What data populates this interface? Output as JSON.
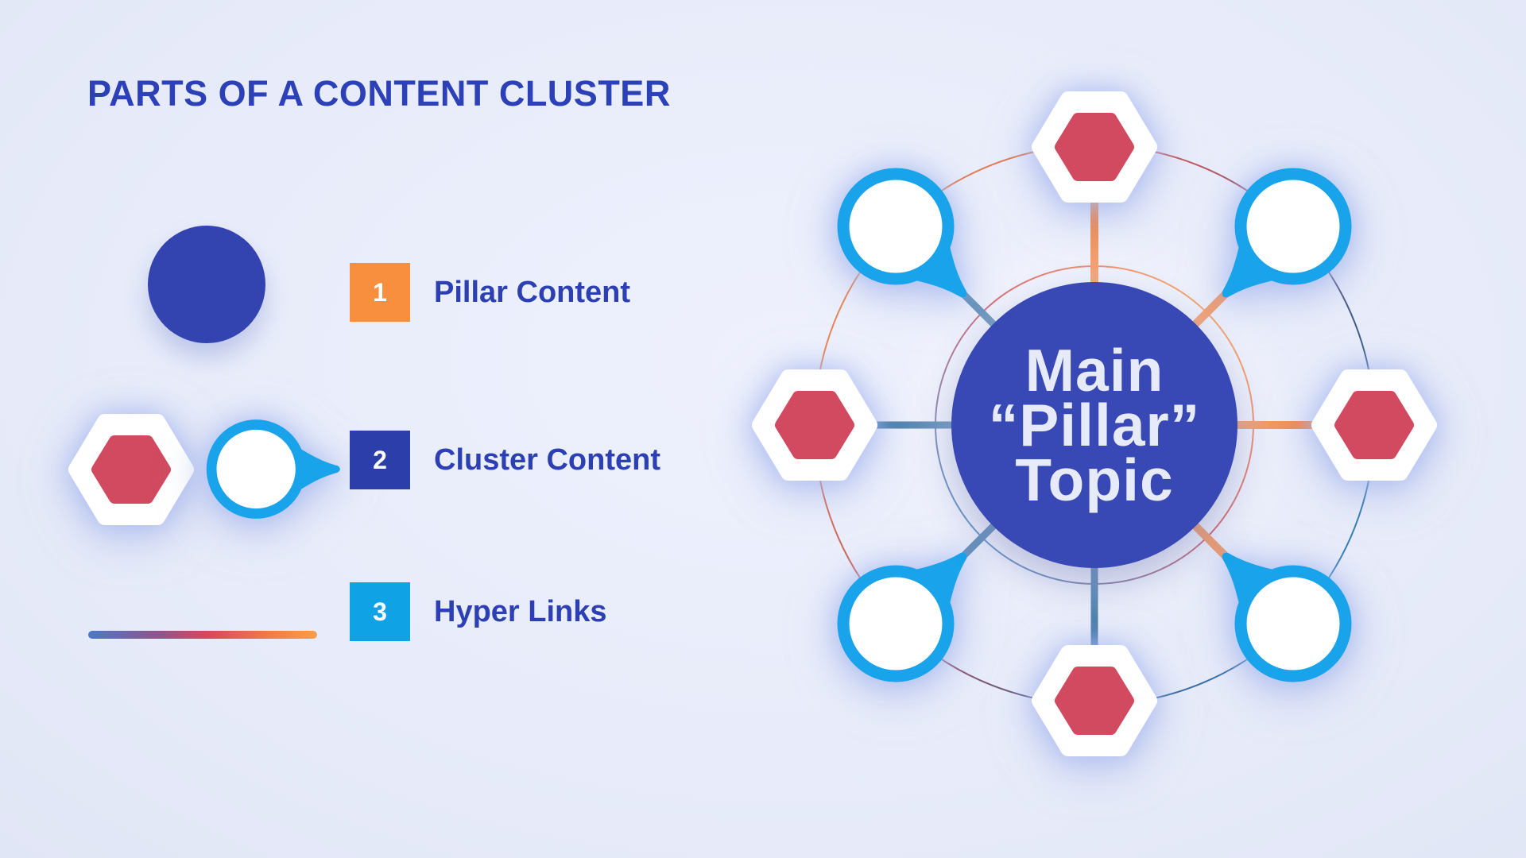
{
  "title": "PARTS OF A CONTENT CLUSTER",
  "legend": {
    "items": [
      {
        "number": "1",
        "label": "Pillar Content",
        "marker": "blue-filled-circle",
        "badge_color": "#f78f3f"
      },
      {
        "number": "2",
        "label": "Cluster Content",
        "marker": "red-hexagon-and-ringed-circle",
        "badge_color": "#2b3ea9"
      },
      {
        "number": "3",
        "label": "Hyper Links",
        "marker": "gradient-line",
        "badge_color": "#0fa3e6"
      }
    ]
  },
  "diagram": {
    "center": {
      "lines": [
        "Main",
        "“Pillar”",
        "Topic"
      ]
    },
    "nodes": [
      {
        "type": "hexagon",
        "position": "top"
      },
      {
        "type": "circle",
        "position": "top-right"
      },
      {
        "type": "hexagon",
        "position": "right"
      },
      {
        "type": "circle",
        "position": "bottom-right"
      },
      {
        "type": "hexagon",
        "position": "bottom"
      },
      {
        "type": "circle",
        "position": "bottom-left"
      },
      {
        "type": "hexagon",
        "position": "left"
      },
      {
        "type": "circle",
        "position": "top-left"
      }
    ]
  },
  "colors": {
    "background": "#e9edfb",
    "title_text": "#2c40b8",
    "label_text": "#2c40b4",
    "pillar_blue": "#3848b4",
    "legend_circle_blue": "#3343af",
    "badge_orange": "#f78f3f",
    "badge_blue": "#2b3ea9",
    "badge_cyan": "#0fa3e6",
    "hexagon_red": "#d14a5f",
    "ring_cyan": "#19a3ea",
    "spoke_steel": "#477cab",
    "spoke_orange": "#f08a4e",
    "center_text": "#e7eaf8"
  }
}
